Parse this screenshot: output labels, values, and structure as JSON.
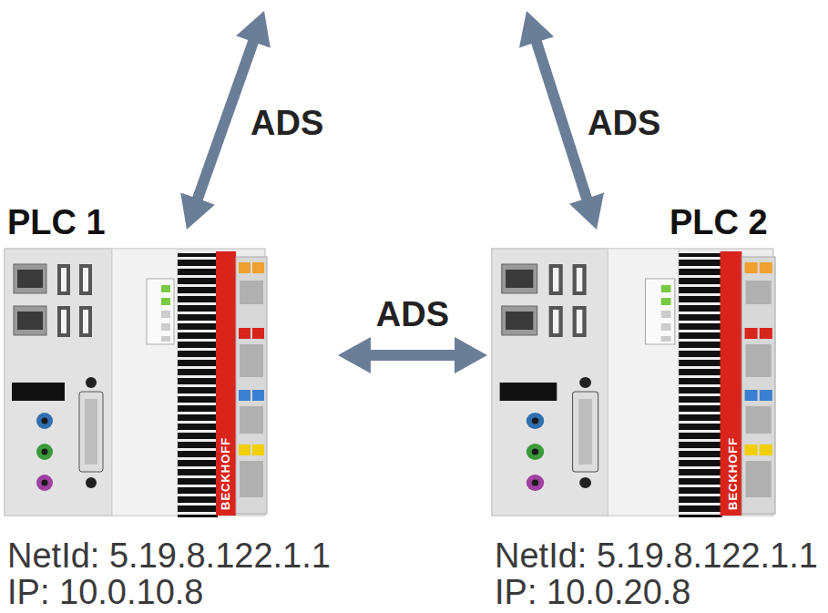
{
  "diagram": {
    "nodes": [
      {
        "text": [
          "PLC 1",
          "NetId: 5.19.8.122.1.1",
          "IP: 10.0.10.8"
        ]
      },
      {
        "text": [
          "PLC 2",
          "NetId: 5.19.8.122.1.1",
          "IP: 10.0.20.8"
        ]
      }
    ],
    "edges": [
      {
        "from": 0,
        "to": 1,
        "arrow": "both",
        "label": "ADS"
      }
    ],
    "labels": [
      "ADS",
      "ADS",
      "BECKHOFF",
      "BECKHOFF"
    ]
  }
}
